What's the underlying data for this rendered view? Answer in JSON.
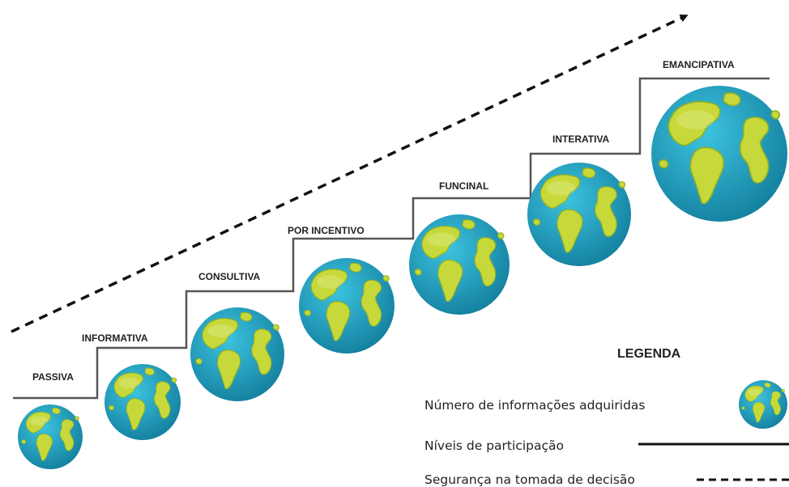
{
  "levels": [
    {
      "label": "PASSIVA",
      "rank": 1
    },
    {
      "label": "INFORMATIVA",
      "rank": 2
    },
    {
      "label": "CONSULTIVA",
      "rank": 3
    },
    {
      "label": "POR INCENTIVO",
      "rank": 4
    },
    {
      "label": "FUNCINAL",
      "rank": 5
    },
    {
      "label": "INTERATIVA",
      "rank": 6
    },
    {
      "label": "EMANCIPATIVA",
      "rank": 7
    }
  ],
  "legend": {
    "title": "LEGENDA",
    "items": [
      {
        "text": "Número de informações adquiridas",
        "symbol": "globe-icon"
      },
      {
        "text": "Níveis de participação",
        "symbol": "solid-line"
      },
      {
        "text": "Segurança na tomada de decisão",
        "symbol": "dashed-arrow"
      }
    ]
  },
  "colors": {
    "ocean": "#1fa3c4",
    "ocean_dark": "#137f9e",
    "land": "#c7d93a",
    "land_dark": "#8fb02a",
    "stair_line": "#555555",
    "arrow": "#111111",
    "text": "#222222"
  }
}
